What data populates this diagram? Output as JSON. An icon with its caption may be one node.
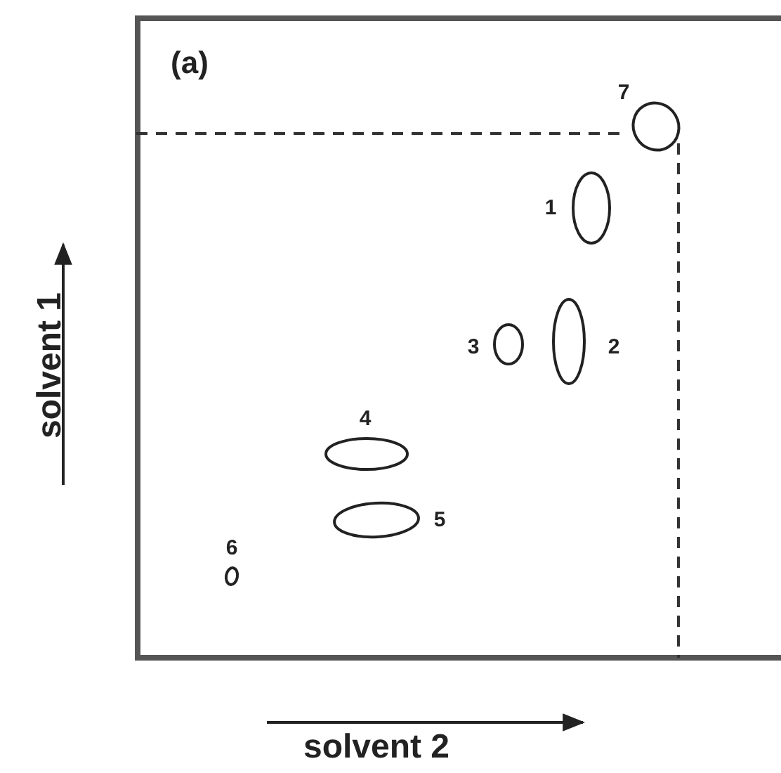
{
  "diagram": {
    "labels": [
      "(a)",
      "7",
      "1",
      "3",
      "2",
      "solvent 1",
      "4",
      "5",
      "6",
      "solvent 2"
    ]
  }
}
